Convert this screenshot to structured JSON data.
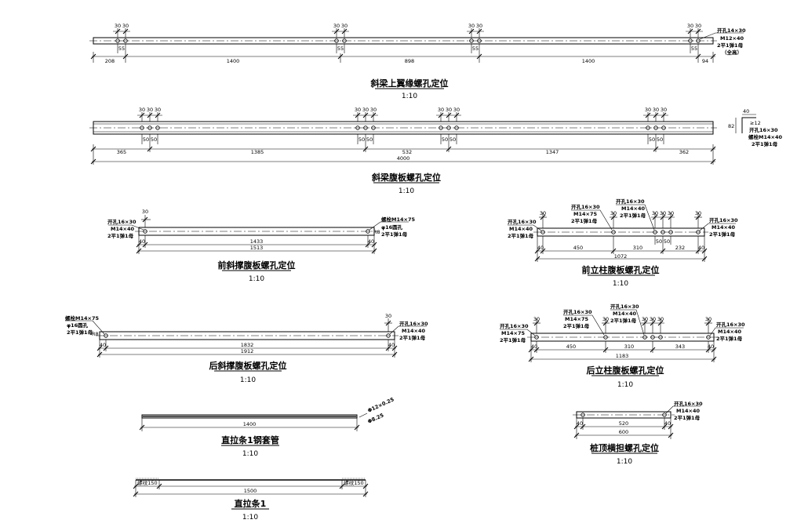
{
  "p1": {
    "title": "斜梁上翼缘螺孔定位",
    "scale": "1:10",
    "spacing": [
      "30",
      "30",
      "30",
      "30",
      "30",
      "30",
      "30",
      "30"
    ],
    "off": [
      "55",
      "55",
      "55",
      "55"
    ],
    "dims": [
      "208",
      "1400",
      "898",
      "1400",
      "94"
    ],
    "notes": [
      "开孔14×30",
      "M12×40",
      "2平1弹1母",
      "（全高）"
    ]
  },
  "p2": {
    "title": "斜梁腹板螺孔定位",
    "scale": "1:10",
    "spacing": [
      "30",
      "30",
      "30",
      "30",
      "30",
      "30",
      "30",
      "30",
      "30",
      "30",
      "30",
      "30"
    ],
    "off": [
      "50",
      "50",
      "50",
      "50",
      "50",
      "50",
      "50",
      "50"
    ],
    "dims": [
      "365",
      "1385",
      "532",
      "1347",
      "362"
    ],
    "total": "4000",
    "side": [
      "40",
      "≥12",
      "82",
      "开孔16×30",
      "螺栓M14×40",
      "2平1弹1母"
    ]
  },
  "p3": {
    "title": "前斜撑腹板螺孔定位",
    "scale": "1:10",
    "spacing": "30",
    "offs": [
      "40",
      "40"
    ],
    "dims": [
      "1433",
      "1513"
    ],
    "left_notes": [
      "开孔16×30",
      "M14×40",
      "2平1弹1母"
    ],
    "right_notes": [
      "螺栓M14×75",
      "φ16圆孔",
      "2平1弹1母"
    ],
    "r": "R8"
  },
  "p4": {
    "title": "前立柱腹板螺孔定位",
    "scale": "1:10",
    "left_notes": [
      "开孔16×30",
      "M14×40",
      "2平1弹1母"
    ],
    "mid_notes1": [
      "开孔16×30",
      "M14×75",
      "2平1弹1母"
    ],
    "mid_notes2": [
      "开孔16×30",
      "M14×40",
      "2平1弹1母"
    ],
    "right_notes": [
      "开孔16×30",
      "M14×40",
      "2平1弹1母"
    ],
    "spacing": [
      "30",
      "30",
      "30",
      "30",
      "30",
      "30"
    ],
    "off": [
      "50",
      "50"
    ],
    "dims": [
      "40",
      "450",
      "310",
      "232",
      "40"
    ],
    "total": "1072"
  },
  "p5": {
    "title": "后斜撑腹板螺孔定位",
    "scale": "1:10",
    "left_notes": [
      "螺栓M14×75",
      "φ16圆孔",
      "2平1弹1母"
    ],
    "r": "R8",
    "spacing": "30",
    "offs": [
      "40",
      "40"
    ],
    "dims": [
      "1832",
      "1912"
    ],
    "right_notes": [
      "开孔16×30",
      "M14×40",
      "2平1弹1母"
    ]
  },
  "p6": {
    "title": "后立柱腹板螺孔定位",
    "scale": "1:10",
    "left_notes": [
      "开孔16×30",
      "M14×75",
      "2平1弹1母"
    ],
    "mid_notes1": [
      "开孔16×30",
      "M14×75",
      "2平1弹1母"
    ],
    "mid_notes2": [
      "开孔16×30",
      "M14×40",
      "2平1弹1母"
    ],
    "right_notes": [
      "开孔16×30",
      "M14×40",
      "2平1弹1母"
    ],
    "spacing": [
      "30",
      "30",
      "30",
      "30",
      "30",
      "30"
    ],
    "dims": [
      "40",
      "450",
      "310",
      "343",
      "40"
    ],
    "total": "1183"
  },
  "p7": {
    "title": "直拉条1钢套管",
    "scale": "1:10",
    "dim": "1400",
    "notes": [
      "Φ12×0.25",
      "Φ8.25"
    ]
  },
  "p8": {
    "title": "桩顶横担螺孔定位",
    "scale": "1:10",
    "notes": [
      "开孔16×30",
      "M14×40",
      "2平1弹1母"
    ],
    "dims": [
      "40",
      "520",
      "40"
    ],
    "total": "600"
  },
  "p9": {
    "title": "直拉条1",
    "scale": "1:10",
    "thread_l": "螺纹150",
    "thread_r": "螺纹150",
    "dim": "1500"
  }
}
